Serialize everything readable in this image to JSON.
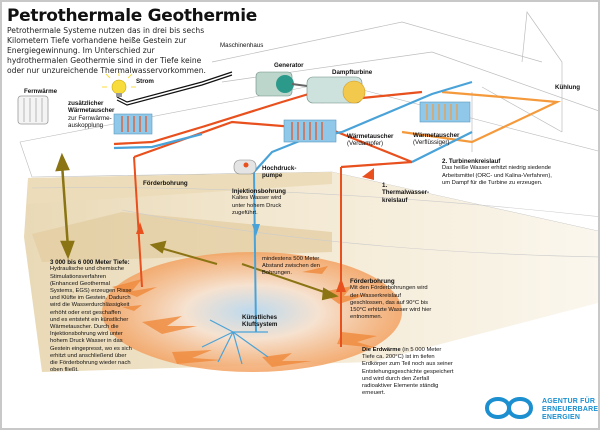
{
  "title": "Petrothermale Geothermie",
  "intro": "Petrothermale Systeme nutzen das in drei bis sechs Kilometern Tiefe vorhandene heiße Gestein zur Energiegewinnung. Im Unterschied zur hydrothermalen Geothermie sind in der Tiefe keine oder nur unzureichende Thermalwasservorkommen.",
  "labels": {
    "maschinenhaus": "Maschinenhaus",
    "generator": "Generator",
    "dampfturbine": "Dampfturbine",
    "strom": "Strom",
    "kuehlung": "Kühlung",
    "fernwaerme": "Fernwärme",
    "zusatz_waermetauscher_title": "zusätzlicher Wärmetauscher",
    "zusatz_waermetauscher_sub": "zur Fernwärme-auskopplung",
    "waermetauscher_verdampfer_title": "Wärmetauscher",
    "waermetauscher_verdampfer_sub": "(Verdampfer)",
    "waermetauscher_verfluessiger_title": "Wärmetauscher",
    "waermetauscher_verfluessiger_sub": "(Verflüssiger)",
    "hochdruckpumpe": "Hochdruck-pumpe",
    "foerderbohrung_top": "Förderbohrung",
    "injektionsbohrung_title": "Injektionsbohrung",
    "injektionsbohrung_text": "Kaltes Wasser wird unter hohem Druck zugeführt.",
    "thermalwasserkreislauf": "1. Thermalwasser-kreislauf",
    "turbinenkreislauf_title": "2. Turbinenkreislauf",
    "turbinenkreislauf_text": "Das heiße Wasser erhitzt niedrig siedende Arbeitsmittel (ORC- und Kalina-Verfahren), um Dampf für die Turbine zu erzeugen.",
    "abstand": "mindestens 500 Meter Abstand zwischen den Bohrungen.",
    "tiefe_title": "3 000 bis 6 000 Meter Tiefe:",
    "tiefe_text": "Hydraulische und chemische Stimulationsverfahren (Enhanced Geothermal Systems, EGS) erzeugen Risse und Klüfte im Gestein. Dadurch wird die Wasserdurchlässigkeit erhöht oder erst geschaffen und es entsteht ein künstlicher Wärmetauscher. Durch die Injektionsbohrung wird unter hohem Druck Wasser in das Gestein eingepresst, wo es sich erhitzt und anschließend über die Förderbohrung wieder nach oben fließt.",
    "kluftsystem": "Künstliches Kluftsystem",
    "foerderbohrung_bottom_title": "Förderbohrung",
    "foerderbohrung_bottom_text": "Mit den Förderbohrungen wird der Wasserkreislauf geschlossen, das auf 90°C bis 150°C erhitzte Wasser wird hier entnommen.",
    "erdwaerme_title": "Die Erdwärme",
    "erdwaerme_text": "(in 5 000 Meter Tiefe ca. 200°C) ist im tiefen Erdkörper zum Teil noch aus seiner Entstehungsgeschichte gespeichert und wird durch den Zerfall radioaktiver Elemente ständig erneuert."
  },
  "logo": {
    "line1": "AGENTUR FÜR",
    "line2": "ERNEUERBARE",
    "line3": "ENERGIEN",
    "icon": "infinity-icon"
  },
  "colors": {
    "hot_pipe": "#e8501e",
    "cold_pipe": "#4aa3d8",
    "arrow_olive": "#8a7414",
    "rock": "#efe3c8",
    "logo_blue": "#1b8fd0"
  }
}
